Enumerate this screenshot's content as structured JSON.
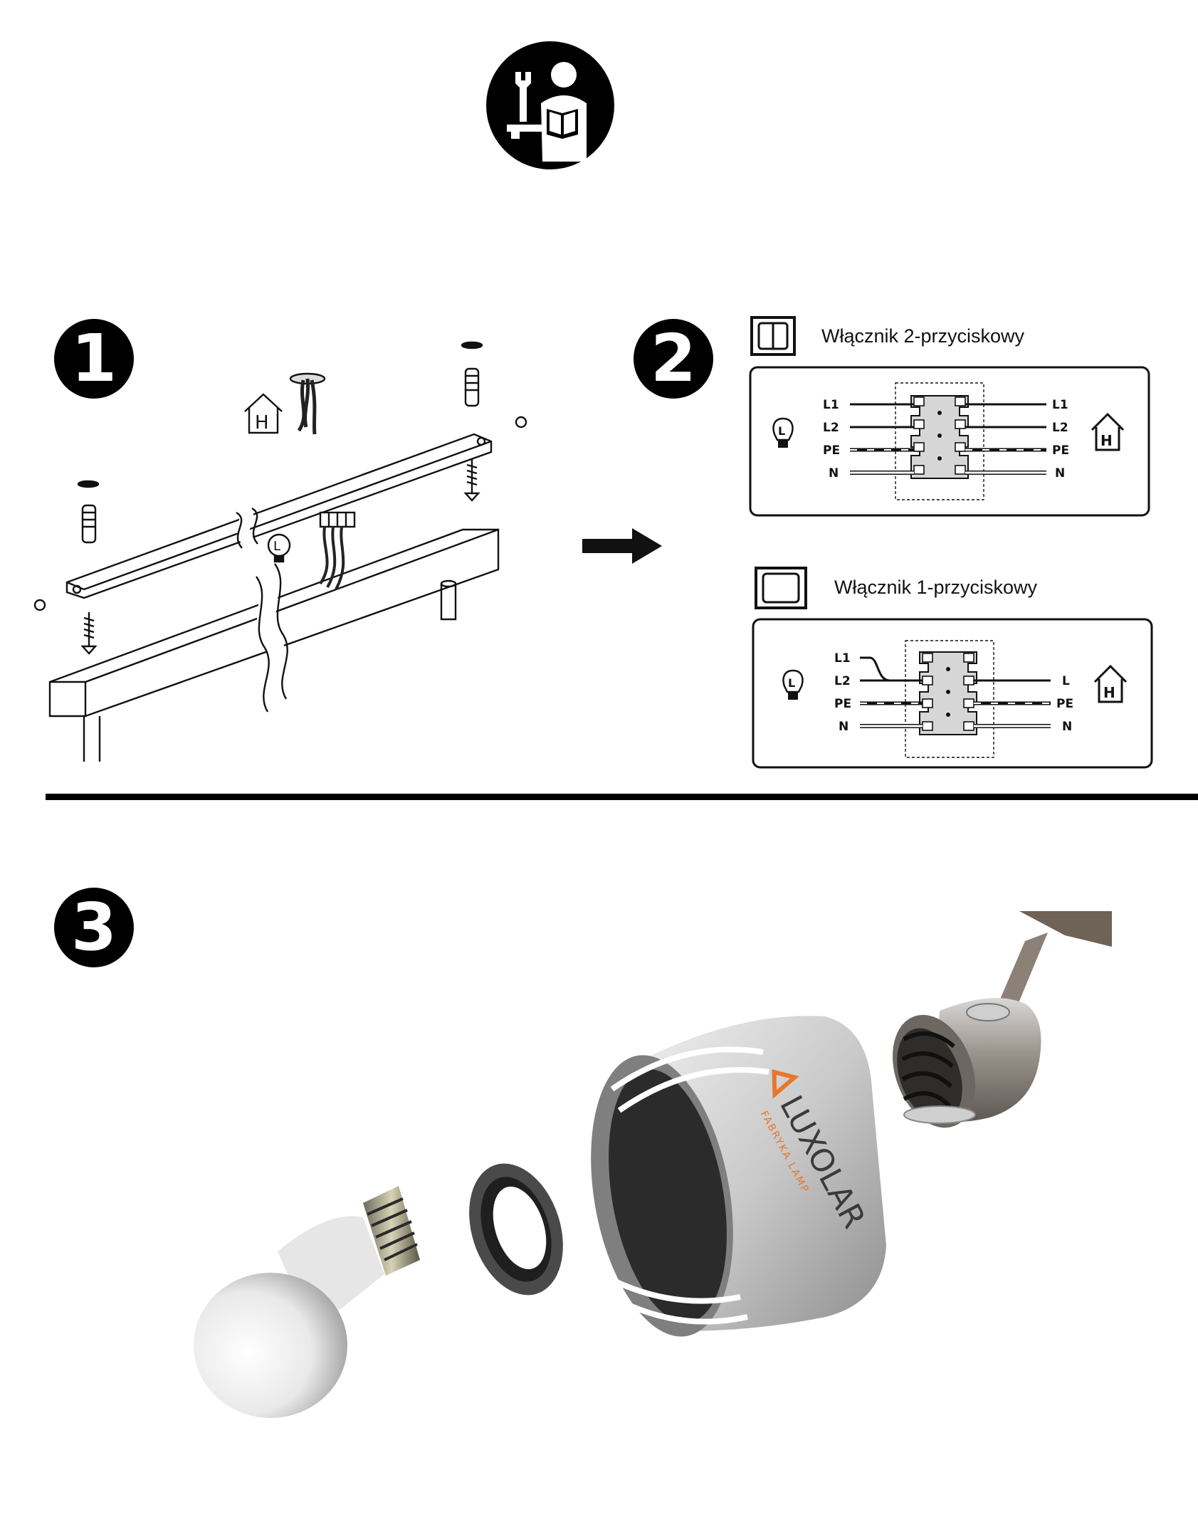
{
  "steps": [
    {
      "number": "1"
    },
    {
      "number": "2"
    },
    {
      "number": "3"
    }
  ],
  "icons": {
    "manual": "read-manual-icon",
    "house_letter": "H",
    "lamp_letter": "L"
  },
  "switch_two": {
    "title": "Włącznik 2-przyciskowy",
    "left_labels": [
      "L1",
      "L2",
      "PE",
      "N"
    ],
    "right_labels": [
      "L1",
      "L2",
      "PE",
      "N"
    ]
  },
  "switch_one": {
    "title": "Włącznik 1-przyciskowy",
    "left_labels": [
      "L1",
      "L2",
      "PE",
      "N"
    ],
    "right_labels": [
      "L",
      "PE",
      "N"
    ]
  },
  "brand": {
    "name": "LUXOLAR",
    "tagline": "FABRYKA LAMP",
    "accent_color": "#e8772e"
  }
}
